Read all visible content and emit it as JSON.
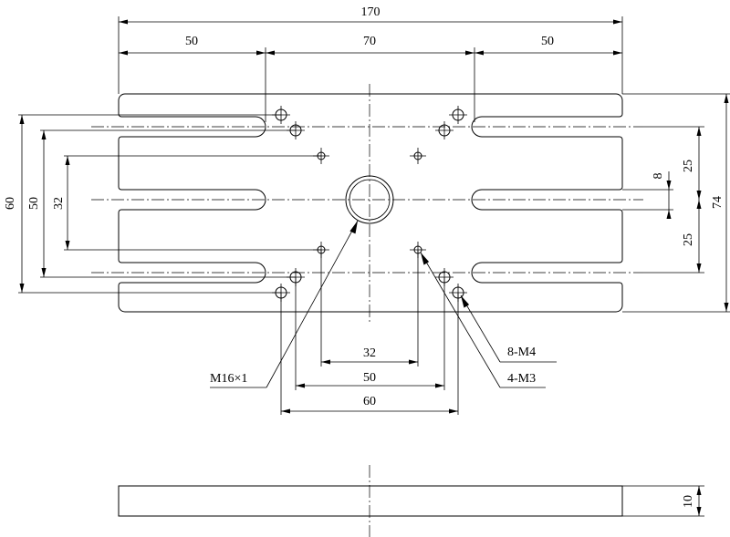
{
  "drawing": {
    "top_dimensions": {
      "overall_width": "170",
      "left_segment": "50",
      "middle_segment": "70",
      "right_segment": "50"
    },
    "left_dimensions": {
      "outer": "60",
      "middle": "50",
      "inner": "32"
    },
    "right_dimensions": {
      "overall_height": "74",
      "slot_spacing_upper": "25",
      "slot_spacing_lower": "25",
      "slot_width": "8"
    },
    "bottom_dimensions": {
      "inner": "32",
      "middle": "50",
      "outer": "60"
    },
    "callouts": {
      "center_thread": "M16×1",
      "m4_holes": "8-M4",
      "m3_holes": "4-M3"
    },
    "side_view": {
      "thickness": "10"
    }
  }
}
